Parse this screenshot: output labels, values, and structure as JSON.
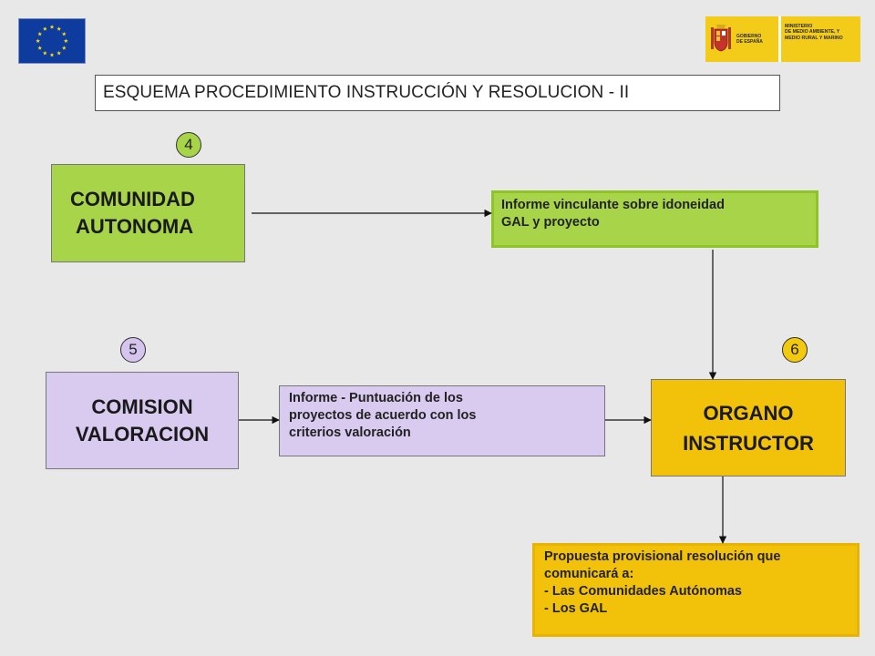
{
  "header": {
    "eu_flag_icon": "eu-flag-icon",
    "ministry_logo": {
      "gobierno": [
        "GOBIERNO",
        "DE ESPAÑA"
      ],
      "ministerio": [
        "MINISTERIO",
        "DE MEDIO AMBIENTE, Y",
        "MEDIO RURAL Y MARINO"
      ]
    }
  },
  "title": "ESQUEMA PROCEDIMIENTO INSTRUCCIÓN Y RESOLUCION  - II",
  "steps": {
    "step4": "4",
    "step5": "5",
    "step6": "6"
  },
  "boxes": {
    "comunidad": [
      "COMUNIDAD",
      "AUTONOMA"
    ],
    "comision": [
      "COMISION",
      "VALORACION"
    ],
    "organo": [
      "ORGANO",
      "INSTRUCTOR"
    ],
    "informe_vinculante": [
      "Informe vinculante sobre idoneidad",
      "GAL y proyecto"
    ],
    "informe_puntuacion": [
      "Informe - Puntuación de los",
      "proyectos de acuerdo con los",
      "criterios valoración"
    ],
    "propuesta": [
      "Propuesta provisional resolución que",
      "comunicará a:",
      "- Las Comunidades Autónomas",
      "- Los GAL"
    ]
  },
  "colors": {
    "green": "#a8d44a",
    "lilac": "#d9caf0",
    "yellow": "#f2c20a",
    "eu_blue": "#0e3b9e",
    "eu_star": "#ffdd00"
  }
}
